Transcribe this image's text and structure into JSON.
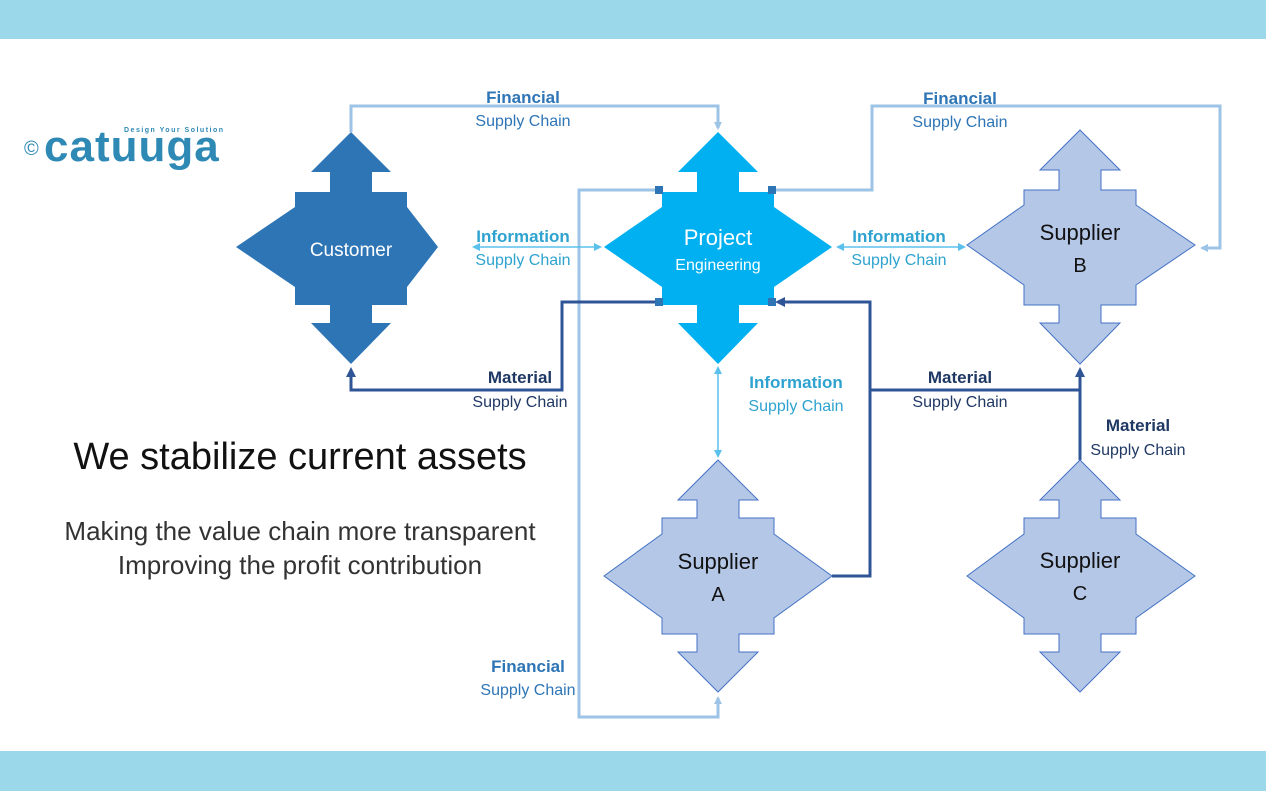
{
  "brand": {
    "copyright": "©",
    "name": "catuuga",
    "tagline": "Design Your Solution"
  },
  "headline": "We stabilize current assets",
  "subtitle": {
    "line1": "Making the value chain more transparent",
    "line2": "Improving the profit contribution"
  },
  "nodes": {
    "customer": {
      "line1": "Customer"
    },
    "project": {
      "line1": "Project",
      "line2": "Engineering"
    },
    "supplier_b": {
      "line1": "Supplier",
      "line2": "B"
    },
    "supplier_a": {
      "line1": "Supplier",
      "line2": "A"
    },
    "supplier_c": {
      "line1": "Supplier",
      "line2": "C"
    }
  },
  "flows": {
    "fin_customer_project": {
      "title": "Financial",
      "sub": "Supply Chain"
    },
    "fin_project_supplier_b": {
      "title": "Financial",
      "sub": "Supply Chain"
    },
    "info_customer_project": {
      "title": "Information",
      "sub": "Supply Chain"
    },
    "info_project_supplier_b": {
      "title": "Information",
      "sub": "Supply Chain"
    },
    "mat_project_customer": {
      "title": "Material",
      "sub": "Supply Chain"
    },
    "info_project_supplier_a": {
      "title": "Information",
      "sub": "Supply Chain"
    },
    "mat_suppliers_project": {
      "title": "Material",
      "sub": "Supply Chain"
    },
    "mat_supplier_c_b": {
      "title": "Material",
      "sub": "Supply Chain"
    },
    "fin_project_supplier_a": {
      "title": "Financial",
      "sub": "Supply Chain"
    }
  },
  "colors": {
    "band": "#9bd9ea",
    "customer": "#2e75b6",
    "project": "#00b0f0",
    "supplier": "#b4c7e7",
    "supplier_stroke": "#4472c4",
    "financial_line": "#9dc3e6",
    "information_line": "#5bc0eb",
    "material_line": "#2f5597",
    "label_dark": "#1f3864",
    "label_mid": "#2e75b6",
    "label_info": "#2ea3d0"
  }
}
